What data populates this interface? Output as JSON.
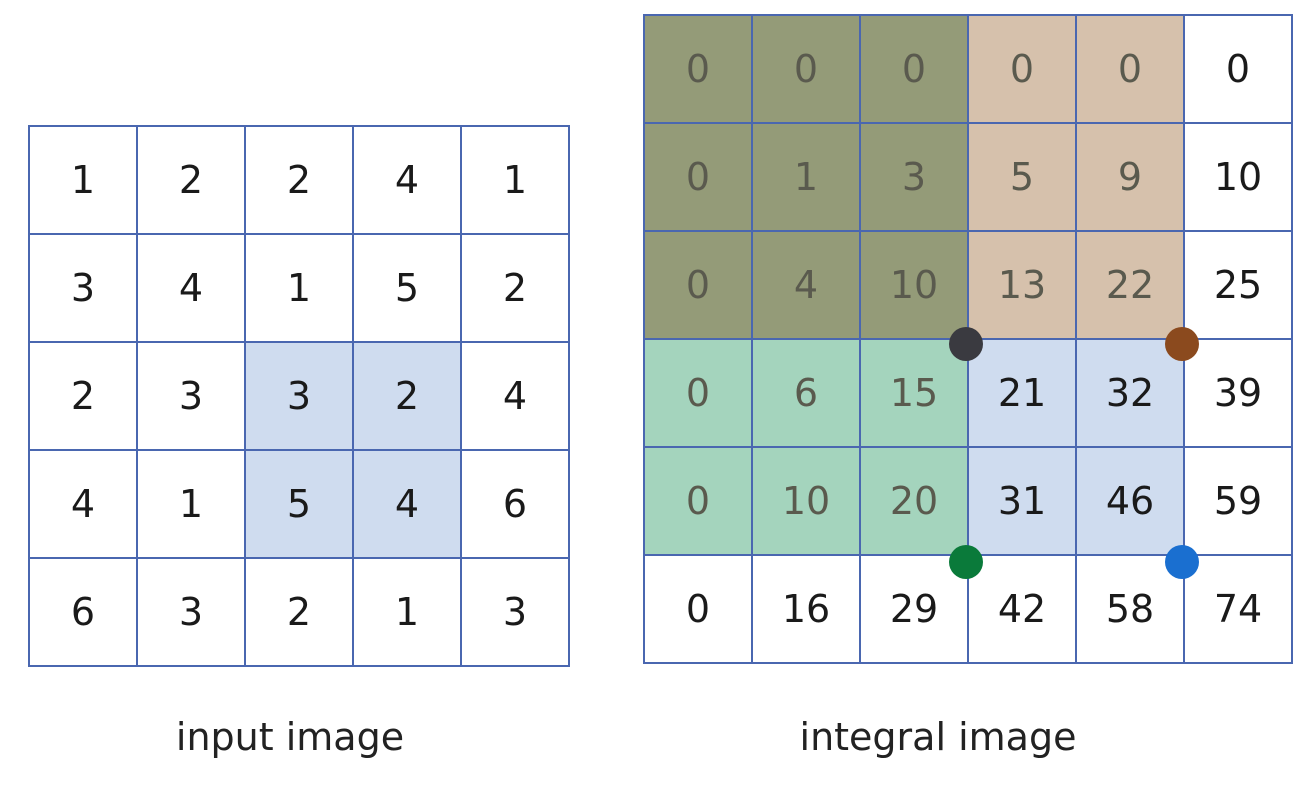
{
  "input_image": {
    "caption": "input image",
    "rows": [
      [
        "1",
        "2",
        "2",
        "4",
        "1"
      ],
      [
        "3",
        "4",
        "1",
        "5",
        "2"
      ],
      [
        "2",
        "3",
        "3",
        "2",
        "4"
      ],
      [
        "4",
        "1",
        "5",
        "4",
        "6"
      ],
      [
        "6",
        "3",
        "2",
        "1",
        "3"
      ]
    ],
    "highlight_region": {
      "rows": [
        2,
        3
      ],
      "cols": [
        2,
        3
      ],
      "color": "#cfdcef"
    }
  },
  "integral_image": {
    "caption": "integral image",
    "rows": [
      [
        "0",
        "0",
        "0",
        "0",
        "0",
        "0"
      ],
      [
        "0",
        "1",
        "3",
        "5",
        "9",
        "10"
      ],
      [
        "0",
        "4",
        "10",
        "13",
        "22",
        "25"
      ],
      [
        "0",
        "6",
        "15",
        "21",
        "32",
        "39"
      ],
      [
        "0",
        "10",
        "20",
        "31",
        "46",
        "59"
      ],
      [
        "0",
        "16",
        "29",
        "42",
        "58",
        "74"
      ]
    ],
    "regions": [
      {
        "name": "olive",
        "rows": [
          0,
          2
        ],
        "cols": [
          0,
          2
        ],
        "color": "#949b78"
      },
      {
        "name": "tan",
        "rows": [
          0,
          2
        ],
        "cols": [
          3,
          4
        ],
        "color": "#d6c1ac"
      },
      {
        "name": "green",
        "rows": [
          3,
          4
        ],
        "cols": [
          0,
          2
        ],
        "color": "#a4d4bd"
      },
      {
        "name": "light-blue",
        "rows": [
          3,
          4
        ],
        "cols": [
          3,
          4
        ],
        "color": "#cfdcef"
      }
    ],
    "corner_points": [
      {
        "name": "gray",
        "color": "#3a3a40"
      },
      {
        "name": "brown",
        "color": "#8b4a1e"
      },
      {
        "name": "green",
        "color": "#0a7a3a"
      },
      {
        "name": "blue",
        "color": "#1a6fd0"
      }
    ]
  },
  "colors": {
    "grid_line": "#4a67b0",
    "faded_text": "#5a5a4e"
  }
}
